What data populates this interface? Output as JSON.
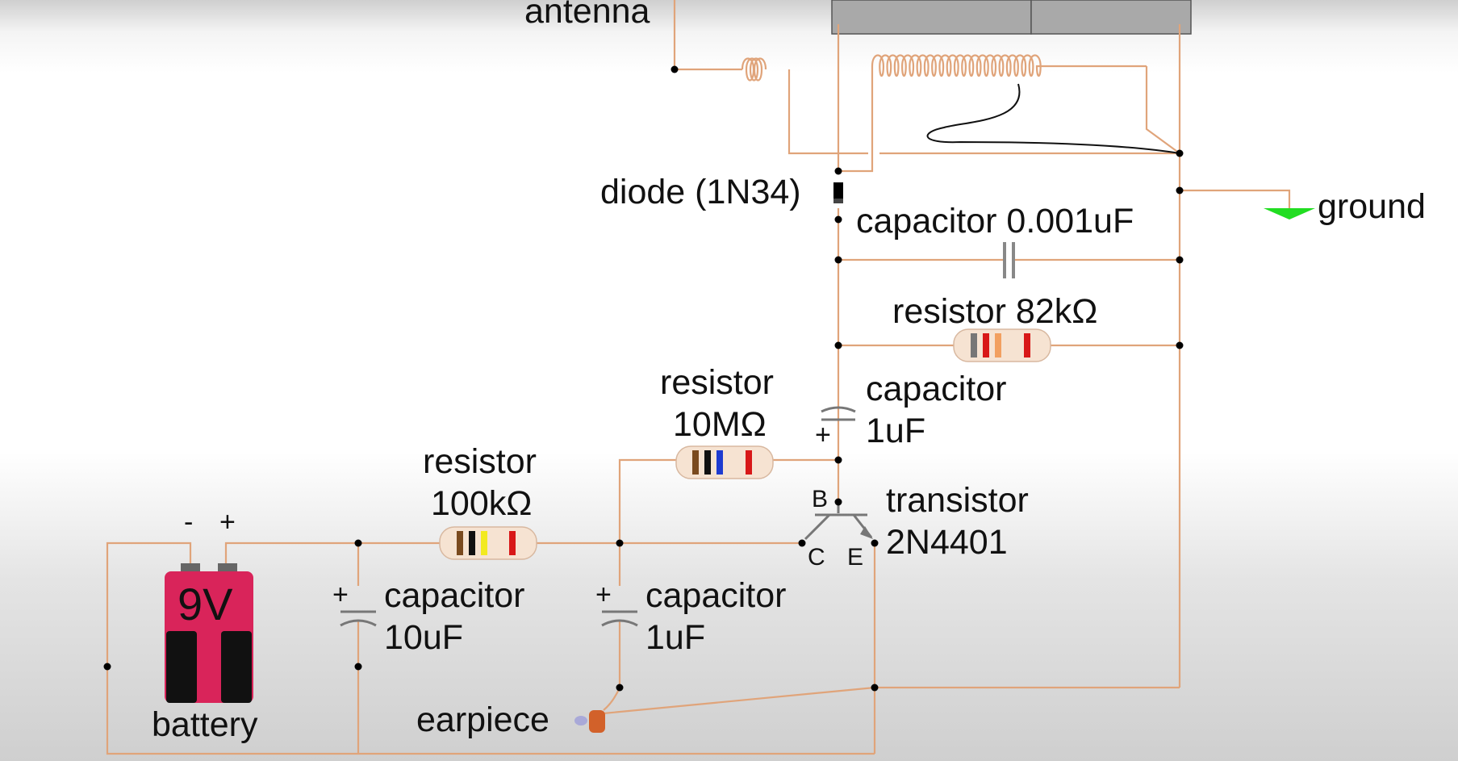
{
  "labels": {
    "antenna": "antenna",
    "diode": "diode (1N34)",
    "ground": "ground",
    "cap_001": "capacitor 0.001uF",
    "res_82k": "resistor 82kΩ",
    "cap_1uf_top_1": "capacitor",
    "cap_1uf_top_2": "1uF",
    "res_10m_1": "resistor",
    "res_10m_2": "10MΩ",
    "res_100k_1": "resistor",
    "res_100k_2": "100kΩ",
    "transistor_1": "transistor",
    "transistor_2": "2N4401",
    "pin_b": "B",
    "pin_c": "C",
    "pin_e": "E",
    "cap_10uf_1": "capacitor",
    "cap_10uf_2": "10uF",
    "cap_1uf_bot_1": "capacitor",
    "cap_1uf_bot_2": "1uF",
    "battery": "battery",
    "battery_voltage": "9V",
    "batt_minus": "-",
    "batt_plus": "+",
    "plus_10uf": "+",
    "plus_1uf_bot": "+",
    "plus_1uf_top": "+",
    "earpiece": "earpiece"
  },
  "colors": {
    "wire": "#e0a47a",
    "battery_body": "#d9245a",
    "ground_symbol": "#22dd22",
    "earpiece": "#d2612a",
    "resistor_body": "#f6e3d2"
  }
}
